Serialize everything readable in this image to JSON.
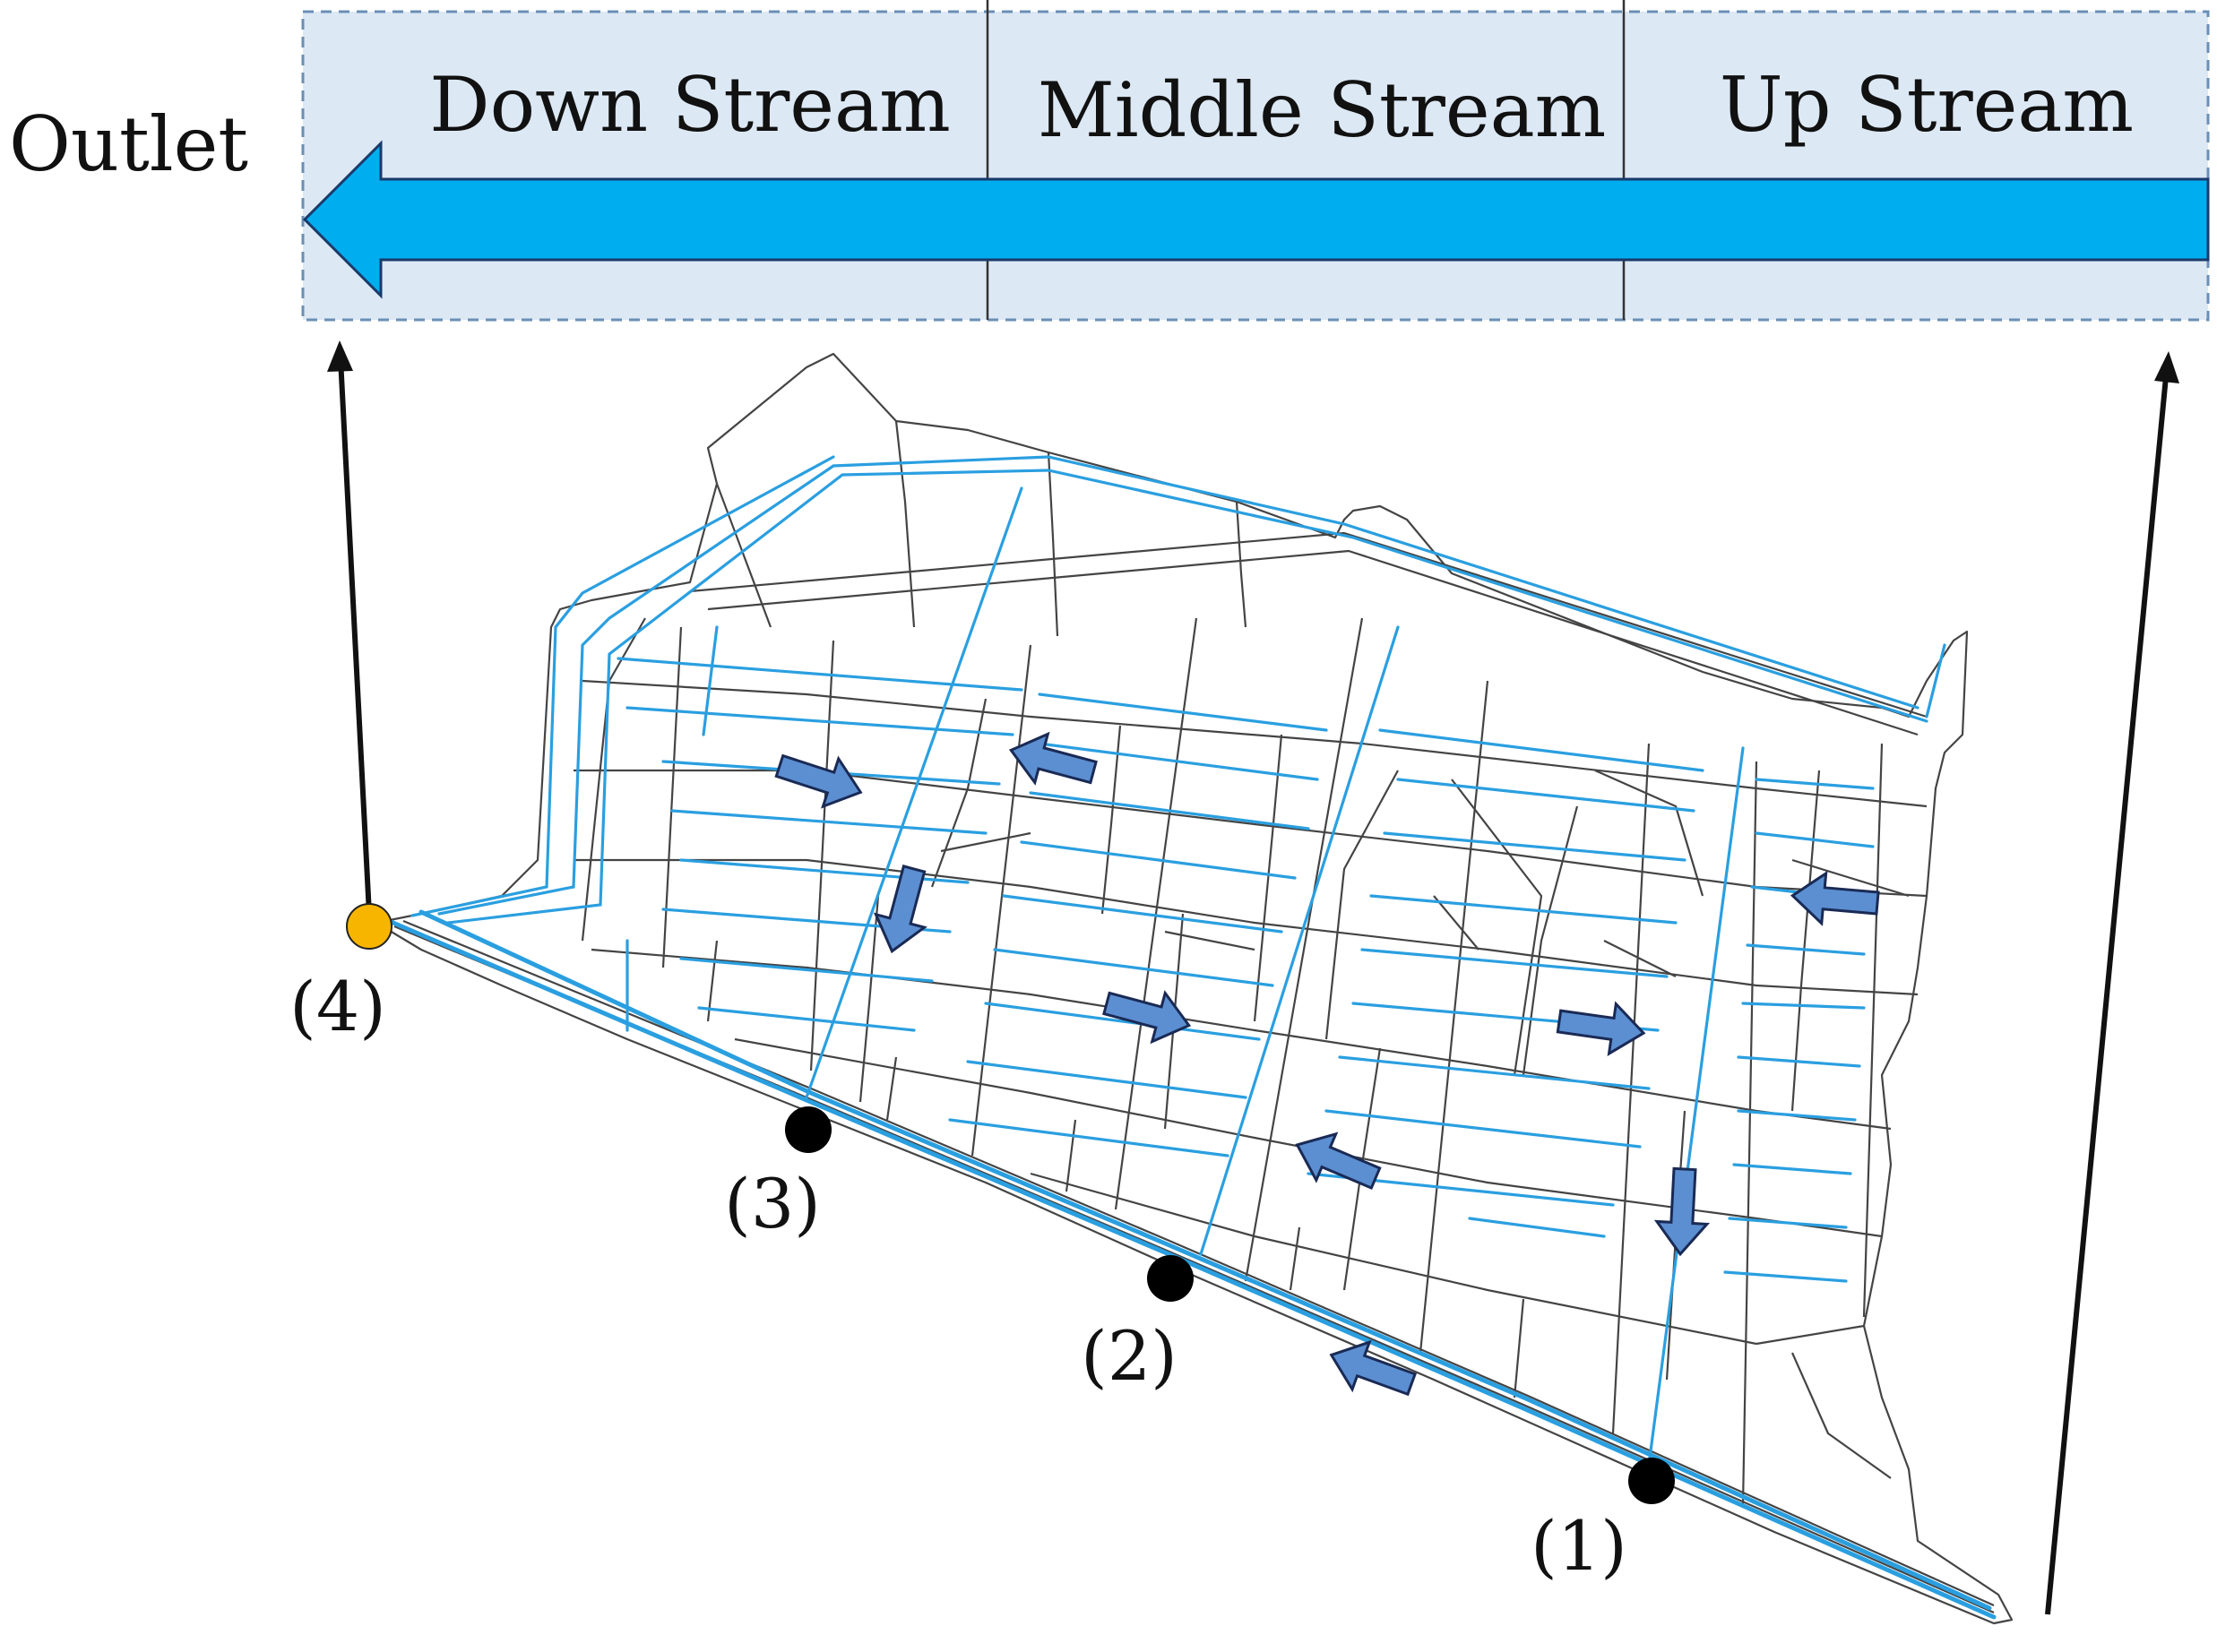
{
  "header": {
    "outlet_label": "Outlet",
    "stages": [
      {
        "label": "Down Stream"
      },
      {
        "label": "Middle Stream"
      },
      {
        "label": "Up Stream"
      }
    ]
  },
  "points": [
    {
      "label": "(1)",
      "color": "#000000"
    },
    {
      "label": "(2)",
      "color": "#000000"
    },
    {
      "label": "(3)",
      "color": "#000000"
    },
    {
      "label": "(4)",
      "color": "#f7b500"
    }
  ],
  "colors": {
    "band_fill": "#dce8f4",
    "flow_arrow": "#00aeef",
    "channels": "#2a9fe0",
    "mesh": "#444444",
    "direction_arrows": "#5b8fd1"
  }
}
